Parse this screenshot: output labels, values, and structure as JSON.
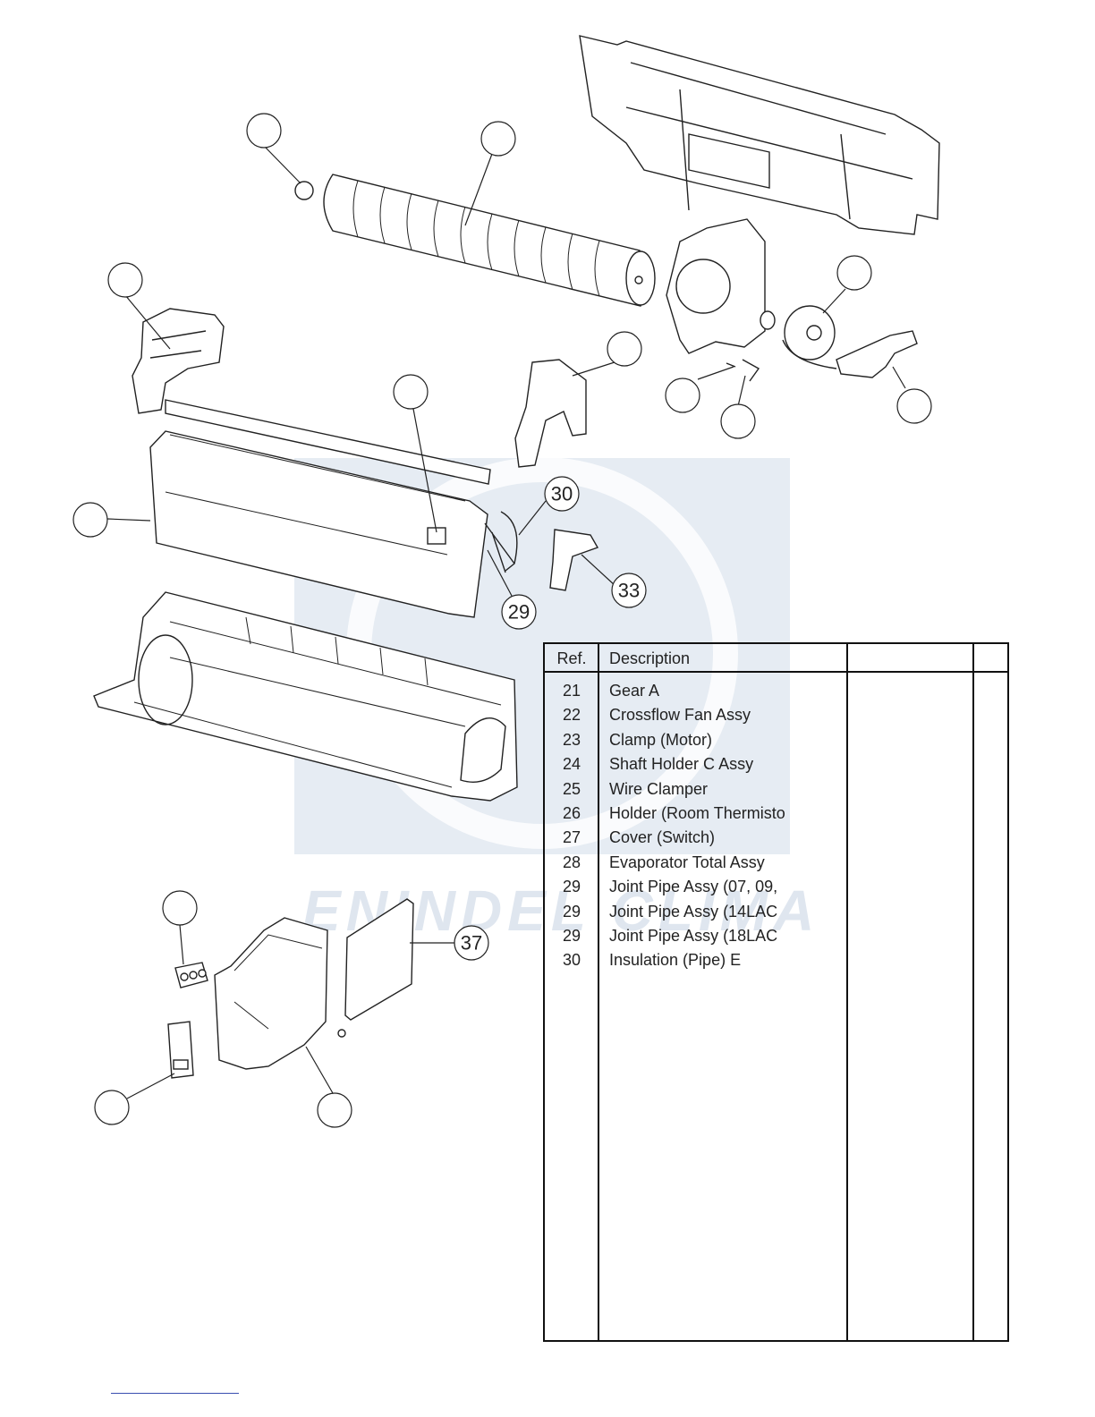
{
  "callouts": [
    "30",
    "33",
    "29",
    "37"
  ],
  "watermark": {
    "text": "ENINDEL CLIMA"
  },
  "table": {
    "headers": {
      "ref": "Ref.",
      "description": "Description",
      "col3": "",
      "col4": ""
    },
    "rows": [
      {
        "ref": "21",
        "description": "Gear A"
      },
      {
        "ref": "22",
        "description": "Crossflow Fan Assy"
      },
      {
        "ref": "23",
        "description": "Clamp (Motor)"
      },
      {
        "ref": "24",
        "description": "Shaft Holder C Assy"
      },
      {
        "ref": "25",
        "description": "Wire Clamper"
      },
      {
        "ref": "26",
        "description": "Holder (Room Thermisto"
      },
      {
        "ref": "27",
        "description": "Cover (Switch)"
      },
      {
        "ref": "28",
        "description": "Evaporator Total Assy"
      },
      {
        "ref": "29",
        "description": "Joint Pipe Assy (07, 09,"
      },
      {
        "ref": "29",
        "description": "Joint Pipe Assy (14LAC"
      },
      {
        "ref": "29",
        "description": "Joint Pipe Assy (18LAC"
      },
      {
        "ref": "30",
        "description": "Insulation (Pipe) E"
      }
    ]
  },
  "colors": {
    "line": "#222222",
    "watermark": "#dfe6ef",
    "link": "#3a4fb0"
  }
}
